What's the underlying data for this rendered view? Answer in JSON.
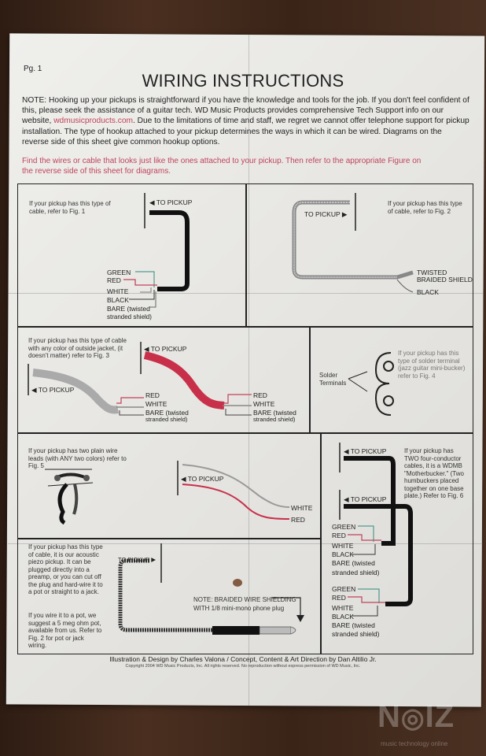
{
  "page_label": "Pg. 1",
  "title": "WIRING INSTRUCTIONS",
  "note": {
    "part1": "NOTE:  Hooking up your pickups is straightforward if you have the knowledge and tools for the job. If you don't feel confident of this, please seek the assistance of a guitar tech. WD Music Products provides comprehensive Tech Support info on our website, ",
    "link": "wdmusicproducts.com",
    "part2": ". Due to the limitations of time and staff, we regret we cannot offer telephone support for pickup installation. The type of hookup attached to your pickup determines the ways in which it can be wired. Diagrams on the reverse side of this sheet give common hookup options."
  },
  "find_text": "Find the wires or cable that looks just like the ones attached to your pickup. Then refer to the appropriate Figure on the reverse side of this sheet for diagrams.",
  "to_pickup": "TO PICKUP",
  "fig1": {
    "text": "If your pickup has this type of cable, refer to Fig. 1",
    "wires": [
      "GREEN",
      "RED",
      "WHITE",
      "BLACK",
      "BARE (twisted",
      "stranded shield)"
    ]
  },
  "fig2": {
    "text": "If your pickup has this type of cable, refer to Fig. 2",
    "labels": [
      "TWISTED",
      "BRAIDED SHIELD",
      "BLACK"
    ]
  },
  "fig3": {
    "text": "If your pickup has this type of cable with any color of outside jacket, (it doesn't matter) refer to Fig. 3",
    "wires": [
      "RED",
      "WHITE",
      "BARE (twisted",
      "stranded shield)"
    ]
  },
  "fig4": {
    "text": "If your pickup has this type of solder terminal (jazz guitar mini-bucker) refer to Fig. 4",
    "label": "Solder Terminals"
  },
  "fig5": {
    "text": "If your pickup has two plain wire leads (with ANY two colors) refer to Fig. 5",
    "wires": [
      "WHITE",
      "RED"
    ]
  },
  "fig6": {
    "text": "If your pickup has TWO four-conductor cables, it is a WDMB \"Motherbucker.\" (Two humbuckers placed together on one base plate.) Refer to Fig. 6",
    "wires": [
      "GREEN",
      "RED",
      "WHITE",
      "BLACK",
      "BARE (twisted",
      "stranded shield)"
    ]
  },
  "piezo": {
    "text1": "If your pickup has this type of cable, it is our acoustic piezo pickup. It can be plugged directly into a preamp, or you can cut off the plug and hard-wire it to a pot or straight to a jack.",
    "text2": "If you wire it to a pot, we suggest a 5 meg ohm pot, available from us. Refer to Fig. 2 for pot or jack wiring.",
    "note1": "NOTE:  BRAIDED WIRE SHIELDING",
    "note2": "WITH 1/8 mini-mono phone plug"
  },
  "credit": "Illustration & Design by Charles Valona  /  Concept, Content & Art Direction by Dan Altilio Jr.",
  "copyright": "Copyright 2004  WD Music Products, Inc.  All rights reserved.  No reproduction without express permission of WD Music, Inc.",
  "watermark": {
    "logo": "NOIZ",
    "tagline": "music technology online"
  },
  "colors": {
    "red": "#c0435a",
    "green": "#2e8b7a",
    "ink": "#222222",
    "wood": "#3b2519"
  }
}
